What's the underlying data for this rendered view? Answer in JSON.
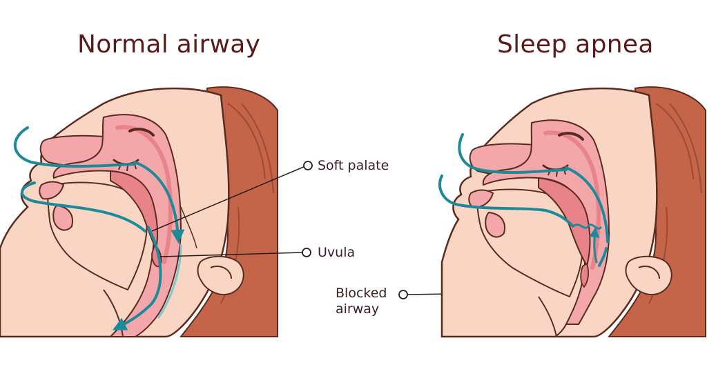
{
  "panels": {
    "left": {
      "title": "Normal airway"
    },
    "right": {
      "title": "Sleep apnea"
    }
  },
  "labels": {
    "soft_palate": "Soft palate",
    "uvula": "Uvula",
    "blocked_airway_line1": "Blocked",
    "blocked_airway_line2": "airway"
  },
  "colors": {
    "skin": "#f9d6c4",
    "skin_outline": "#5a2a1f",
    "tissue": "#f4a7ab",
    "tissue_dark": "#e8838a",
    "hair": "#c4654a",
    "hair_dark": "#9c4a35",
    "airflow": "#1d8a9a",
    "airflow_light": "#7cc8d1",
    "title": "#5a1a1a",
    "pointer": "#2a1a1a"
  }
}
